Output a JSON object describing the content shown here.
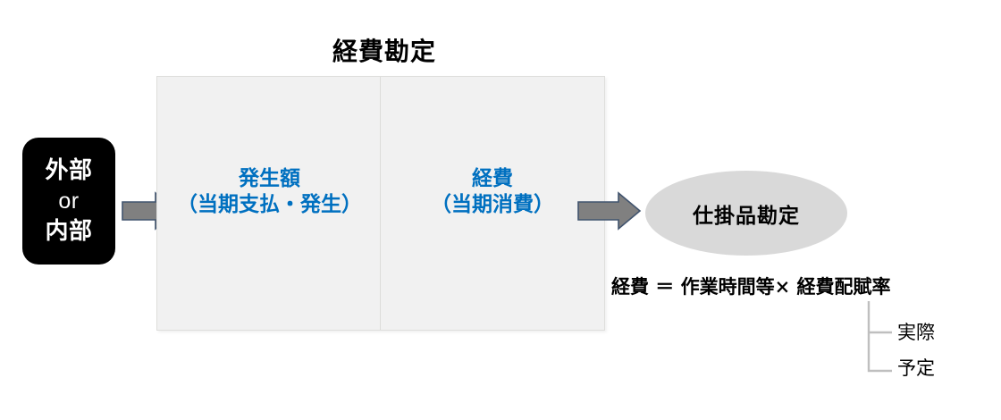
{
  "diagram": {
    "title": "経費勘定",
    "source": {
      "lines": [
        "外部",
        "or",
        "内部"
      ]
    },
    "panels": [
      {
        "heading": "発生額",
        "subheading": "（当期支払・発生）"
      },
      {
        "heading": "経費",
        "subheading": "（当期消費）"
      }
    ],
    "destination": {
      "label": "仕掛品勘定"
    },
    "formula": "経費 ＝ 作業時間等× 経費配賦率",
    "bracket_items": [
      "実際",
      "予定"
    ],
    "colors": {
      "panel_fill": "#f1f1f1",
      "panel_border": "#dededc",
      "label_blue": "#0070c0",
      "source_fill": "#000000",
      "source_text": "#ffffff",
      "ellipse_fill": "#d9d9d9",
      "arrow_fill": "#808080",
      "arrow_border": "#41546e",
      "bracket_line": "#bfbfbf",
      "text_black": "#000000"
    }
  }
}
